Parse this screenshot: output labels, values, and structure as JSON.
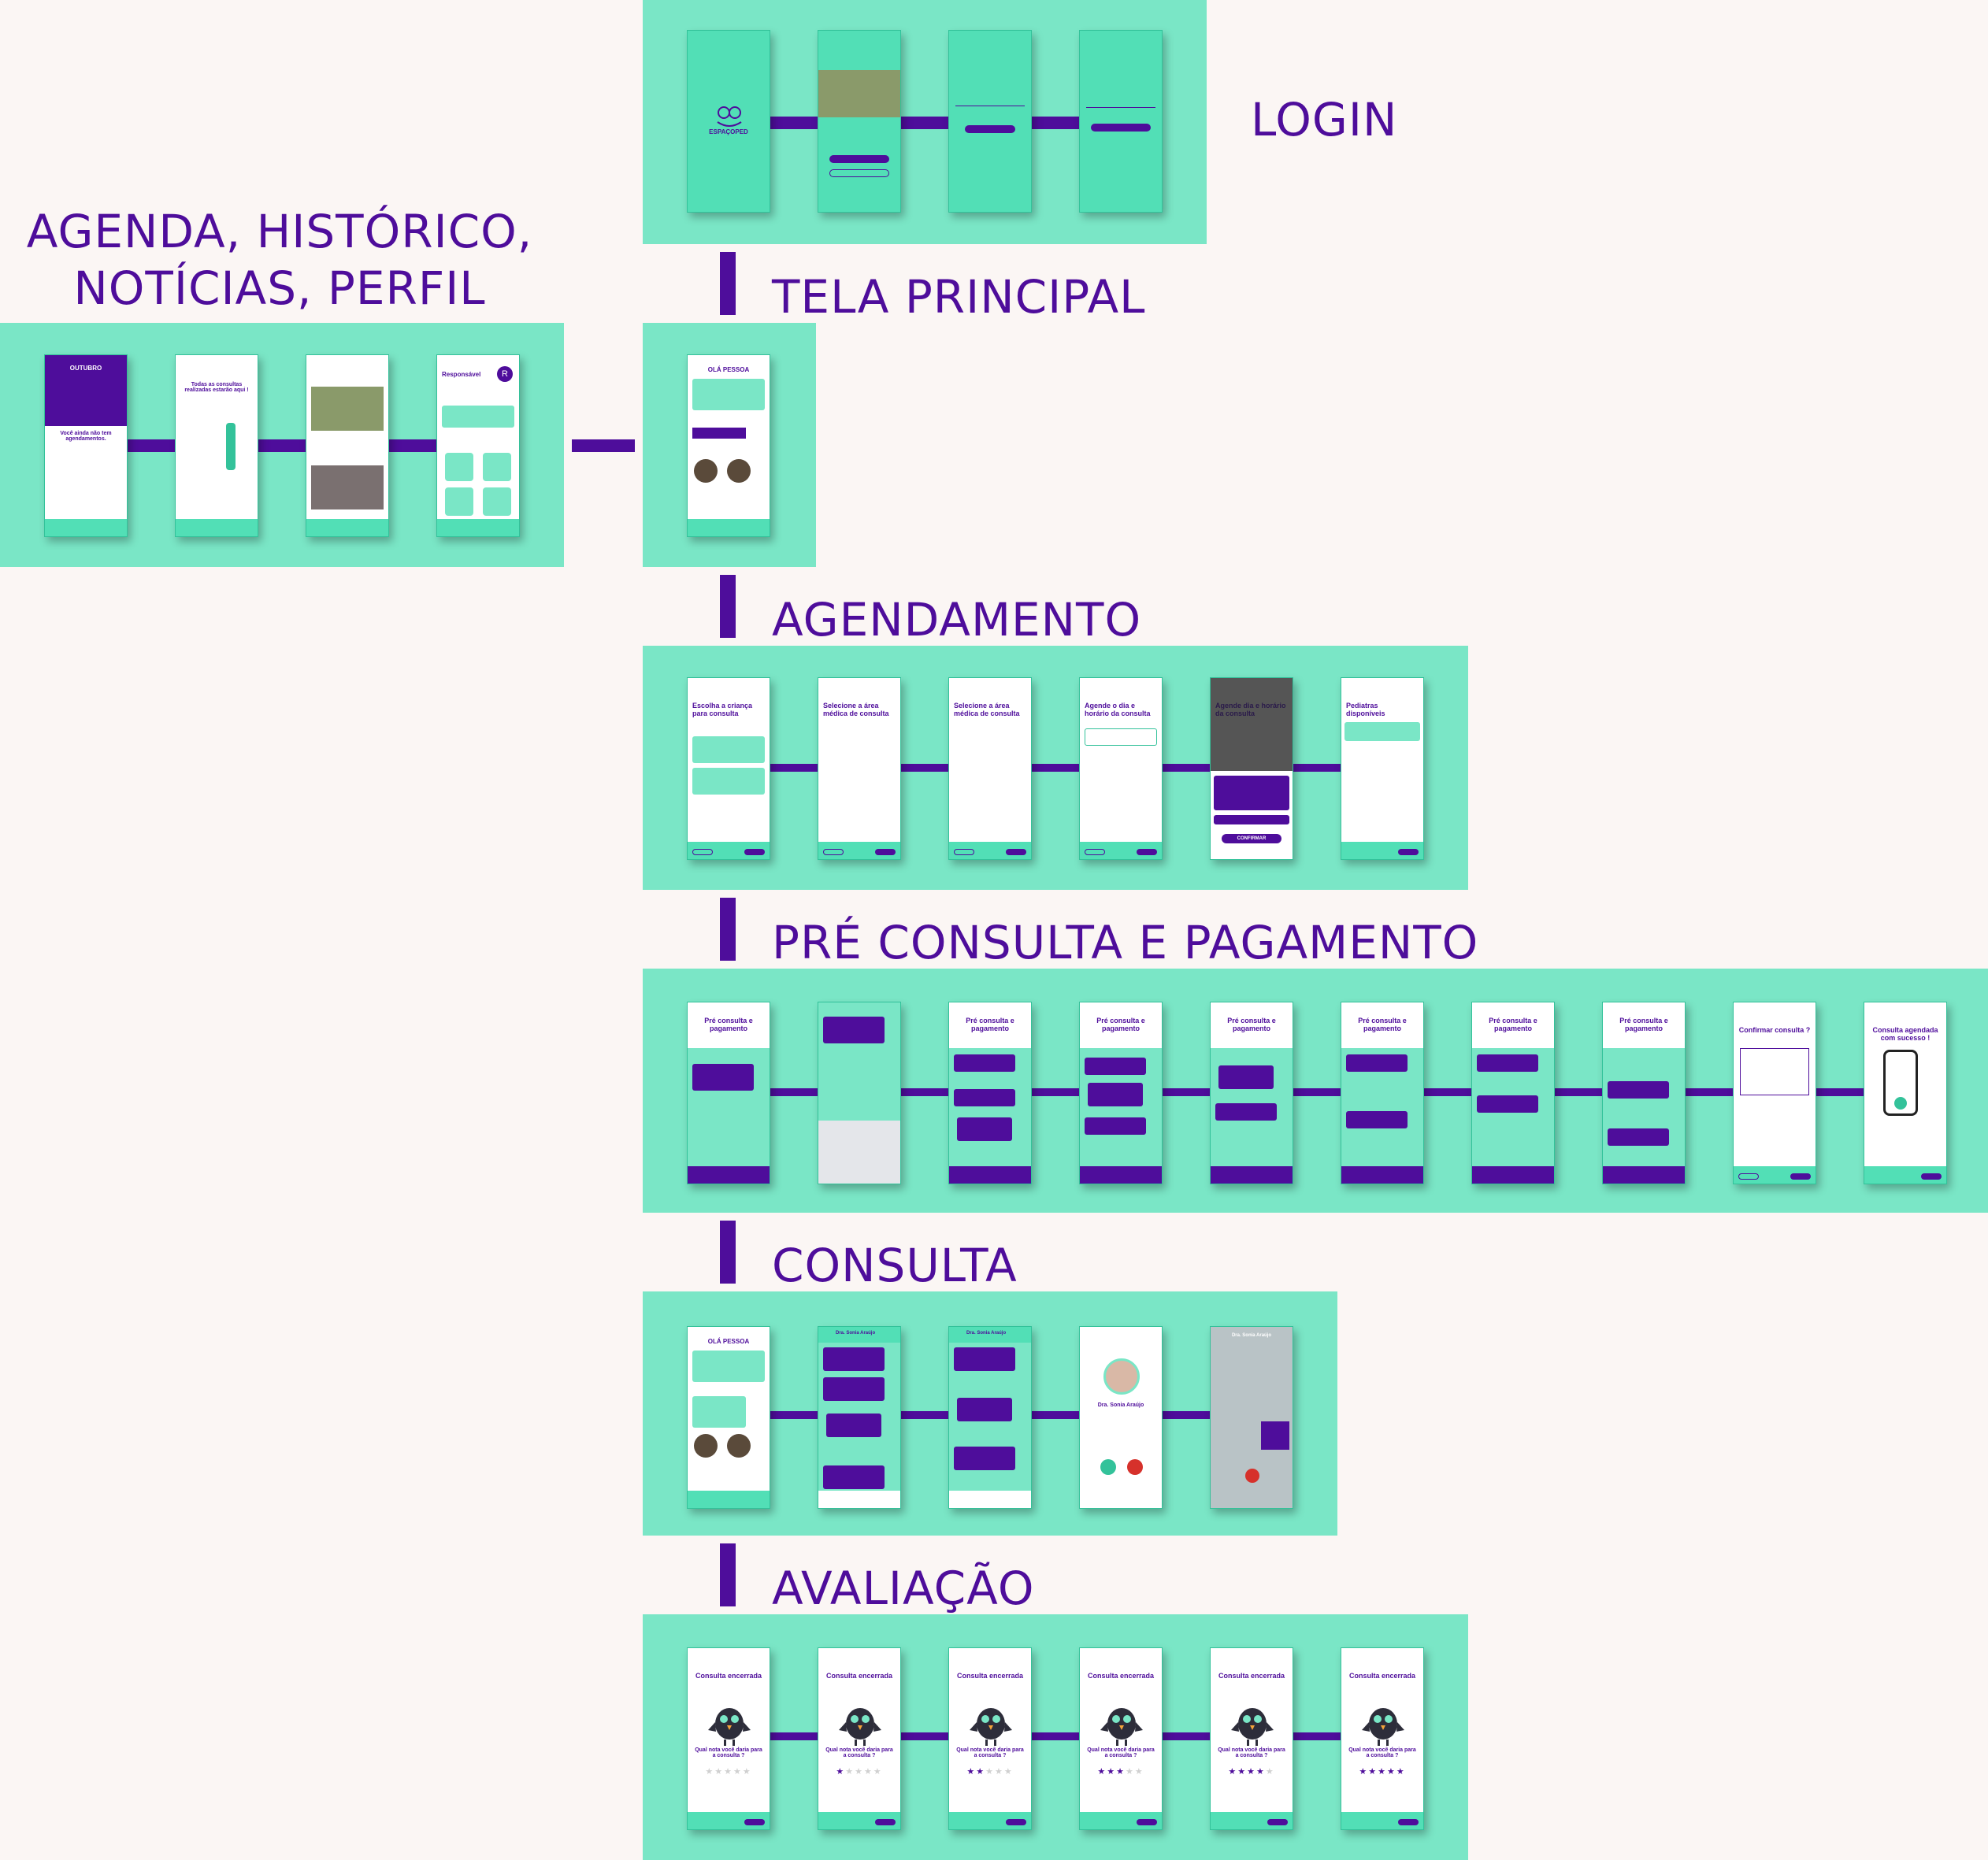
{
  "sections": {
    "login": "LOGIN",
    "agenda": "AGENDA, HISTÓRICO, NOTÍCIAS, PERFIL",
    "tela_principal": "TELA PRINCIPAL",
    "agendamento": "AGENDAMENTO",
    "pre_consulta": "PRÉ CONSULTA E PAGAMENTO",
    "consulta": "CONSULTA",
    "avaliacao": "AVALIAÇÃO"
  },
  "screens": {
    "login_1": "ESPAÇOPED",
    "greeting": "OLÁ PESSOA",
    "agenda_month": "OUTUBRO",
    "agenda_empty": "Você ainda não tem agendamentos.",
    "history_title": "Todas as consultas realizadas estarão aqui !",
    "profile_name": "Responsável",
    "agendamento_1": "Escolha a criança para consulta",
    "agendamento_2": "Selecione a área médica de consulta",
    "agendamento_3": "Selecione a área médica de consulta",
    "agendamento_4": "Agende o dia e horário da consulta",
    "agendamento_5": "Agende dia e horário da consulta",
    "agendamento_5_button": "CONFIRMAR",
    "agendamento_6": "Pediatras disponíveis",
    "pre_consulta_title": "Pré consulta e pagamento",
    "confirm_title": "Confirmar consulta ?",
    "success_title": "Consulta agendada com sucesso !",
    "doctor_name": "Dra. Sonia Araújo",
    "rating_title": "Consulta encerrada",
    "rating_question": "Qual nota você daria para a consulta ?"
  },
  "ratings": [
    0,
    1,
    2,
    3,
    4,
    5
  ],
  "colors": {
    "background": "#fbf6f4",
    "panel": "#7ae6c6",
    "accent": "#4e0d9b",
    "mint": "#52dfb6"
  }
}
